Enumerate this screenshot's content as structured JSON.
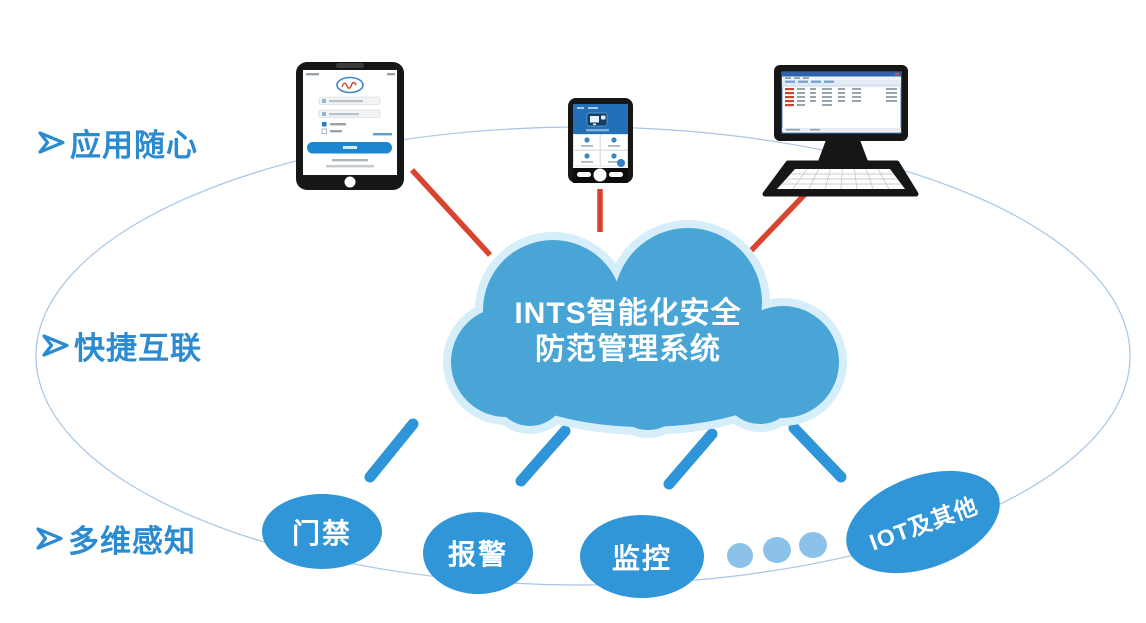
{
  "page": {
    "background": "#ffffff"
  },
  "labels": [
    {
      "arrow_icon": "arrowhead-right",
      "text": "应用随心"
    },
    {
      "arrow_icon": "arrowhead-right",
      "text": "快捷互联"
    },
    {
      "arrow_icon": "arrowhead-right",
      "text": "多维感知"
    }
  ],
  "cloud": {
    "line1": "INTS智能化安全",
    "line2": "防范管理系统"
  },
  "nodes": [
    {
      "label": "门禁"
    },
    {
      "label": "报警"
    },
    {
      "label": "监控"
    },
    {
      "label": "IOT及其他"
    }
  ],
  "colors": {
    "label_blue": "#2b8bd1",
    "node_blue": "#3096d8",
    "cloud_blue": "#49a5d6",
    "cloud_halo": "#d6edfa",
    "connector_red": "#d8442e",
    "dash_blue": "#2e96d8",
    "dot_blue": "#8cc2ea",
    "orbit_outline": "#a8c6e4",
    "device_black": "#161616"
  }
}
